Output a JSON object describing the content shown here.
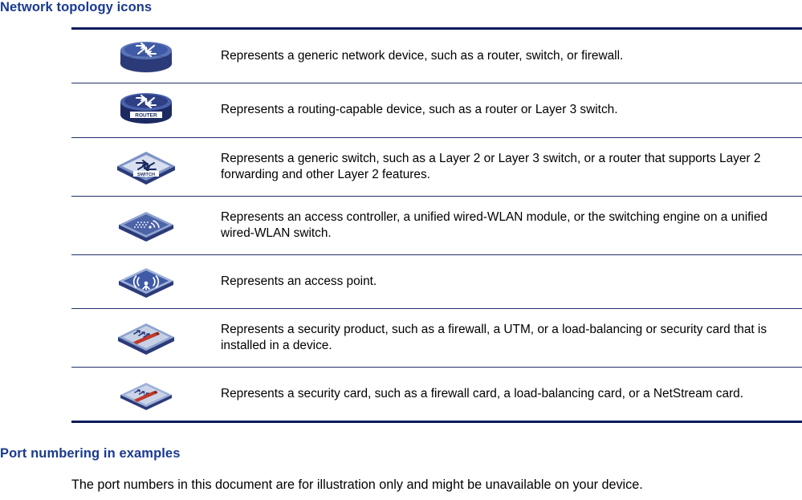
{
  "sections": {
    "topology": {
      "title": "Network topology icons",
      "rows": [
        {
          "icon_name": "generic-network-device-icon",
          "description": "Represents a generic network device, such as a router, switch, or firewall."
        },
        {
          "icon_name": "router-icon",
          "icon_label": "ROUTER",
          "description": "Represents a routing-capable device, such as a router or Layer 3 switch."
        },
        {
          "icon_name": "switch-icon",
          "icon_label": "SWITCH",
          "description": "Represents a generic switch, such as a Layer 2 or Layer 3 switch, or a router that supports Layer 2 forwarding and other Layer 2 features."
        },
        {
          "icon_name": "wlan-access-controller-icon",
          "description": "Represents an access controller, a unified wired-WLAN module, or the switching engine on a unified wired-WLAN switch."
        },
        {
          "icon_name": "access-point-icon",
          "description": "Represents an access point."
        },
        {
          "icon_name": "security-product-icon",
          "description": "Represents a security product, such as a firewall, a UTM, or a load-balancing or security card that is installed in a device."
        },
        {
          "icon_name": "security-card-icon",
          "description": "Represents a security card, such as a firewall card, a load-balancing card, or a NetStream card."
        }
      ]
    },
    "port_numbering": {
      "title": "Port numbering in examples",
      "paragraph": "The port numbers in this document are for illustration only and might be unavailable on your device."
    }
  },
  "colors": {
    "heading": "#1a3a8f",
    "rule": "#0b1b5c",
    "icon_blue_dark": "#2b3b7a",
    "icon_blue_mid": "#3f5aa6",
    "icon_blue_light": "#7d93c8",
    "icon_red": "#c0392b"
  }
}
